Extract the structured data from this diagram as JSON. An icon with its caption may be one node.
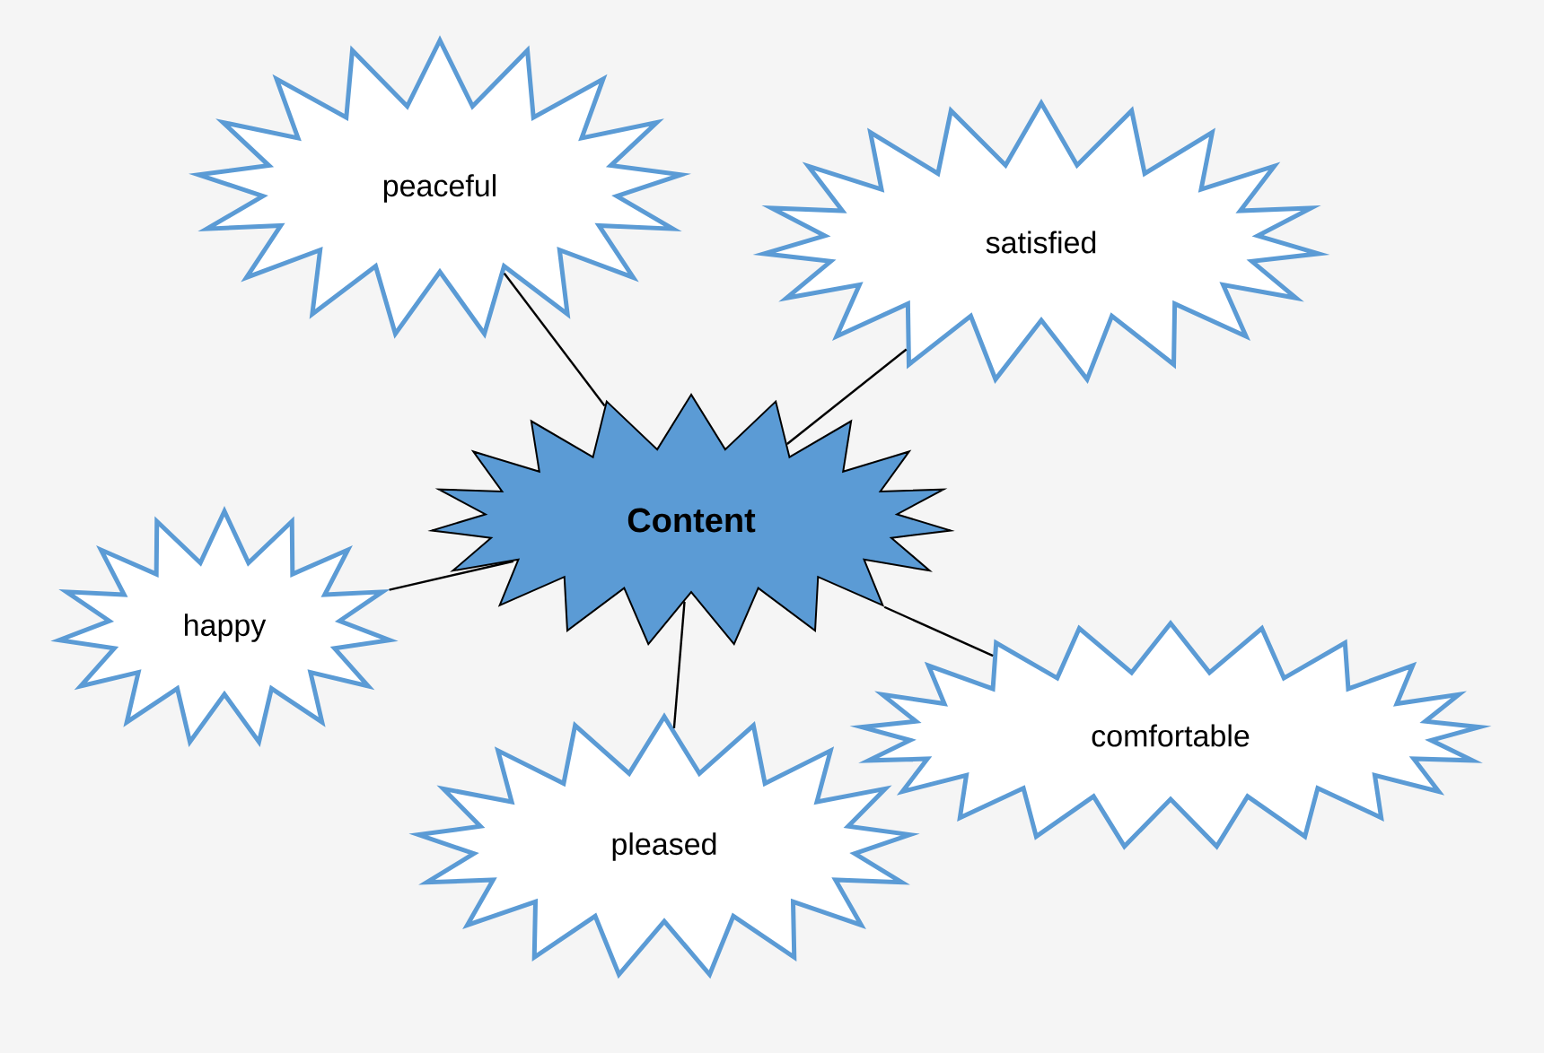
{
  "diagram": {
    "nodes": [
      {
        "text": [
          "Content"
        ]
      },
      {
        "text": [
          "peaceful"
        ]
      },
      {
        "text": [
          "satisfied"
        ]
      },
      {
        "text": [
          "happy"
        ]
      },
      {
        "text": [
          "pleased"
        ]
      },
      {
        "text": [
          "comfortable"
        ]
      }
    ],
    "edges": [
      {
        "from": 0,
        "to": 1,
        "arrow": "none"
      },
      {
        "from": 0,
        "to": 2,
        "arrow": "none"
      },
      {
        "from": 0,
        "to": 3,
        "arrow": "none"
      },
      {
        "from": 0,
        "to": 4,
        "arrow": "none"
      },
      {
        "from": 0,
        "to": 5,
        "arrow": "none"
      }
    ]
  }
}
